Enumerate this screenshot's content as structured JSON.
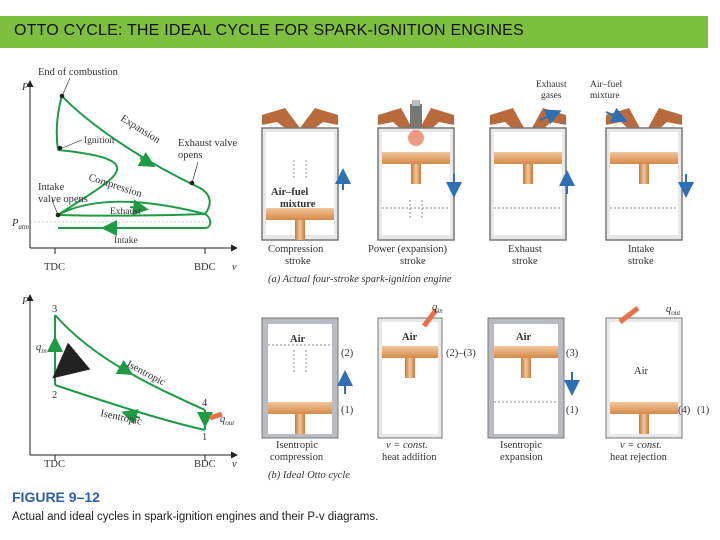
{
  "title": "OTTO CYCLE: THE IDEAL CYCLE FOR SPARK-IGNITION ENGINES",
  "actual_pv": {
    "p_axis": "P",
    "v_axis": "v",
    "tdc": "TDC",
    "bdc": "BDC",
    "patm": "P",
    "patm_sub": "atm",
    "end_of_combustion": "End of combustion",
    "expansion": "Expansion",
    "ignition": "Ignition",
    "exhaust_valve_1": "Exhaust valve",
    "exhaust_valve_2": "opens",
    "compression": "Compression",
    "intake_valve_1": "Intake",
    "intake_valve_2": "valve opens",
    "exhaust": "Exhaust",
    "intake": "Intake"
  },
  "actual_engine": {
    "caption": "(a) Actual four-stroke spark-ignition engine",
    "air_fuel_1": "Air–fuel",
    "air_fuel_2": "mixture",
    "exhaust_gases_1": "Exhaust",
    "exhaust_gases_2": "gases",
    "air_fuel_top_1": "Air–fuel",
    "air_fuel_top_2": "mixture",
    "strokes": [
      {
        "l1": "Compression",
        "l2": "stroke"
      },
      {
        "l1": "Power (expansion)",
        "l2": "stroke"
      },
      {
        "l1": "Exhaust",
        "l2": "stroke"
      },
      {
        "l1": "Intake",
        "l2": "stroke"
      }
    ]
  },
  "ideal_pv": {
    "p_axis": "P",
    "v_axis": "v",
    "tdc": "TDC",
    "bdc": "BDC",
    "p3": "3",
    "p2": "2",
    "p4": "4",
    "p1": "1",
    "q_in": "q",
    "q_in_sub": "in",
    "q_out": "q",
    "q_out_sub": "out",
    "isentropic_top": "Isentropic",
    "isentropic_bottom": "Isentropic"
  },
  "ideal_engine": {
    "caption": "(b) Ideal Otto cycle",
    "air": "Air",
    "q_in": "q",
    "q_in_sub": "in",
    "q_out": "q",
    "q_out_sub": "out",
    "state_labels": [
      "(2)",
      "(1)",
      "(2)–(3)",
      "(3)",
      "(1)",
      "(4)",
      "(1)"
    ],
    "processes": [
      {
        "l1": "Isentropic",
        "l2": "compression"
      },
      {
        "l1": "v = const.",
        "l2": "heat addition"
      },
      {
        "l1": "Isentropic",
        "l2": "expansion"
      },
      {
        "l1": "v = const.",
        "l2": "heat rejection"
      }
    ]
  },
  "figure": {
    "number": "FIGURE 9–12",
    "caption": "Actual and ideal cycles in spark-ignition engines and their P-v diagrams."
  },
  "colors": {
    "title_bar": "#7fbf3f",
    "cycle_line": "#1f9a45",
    "piston": "#e0a26b",
    "cylinder_wall": "#9aa0a6",
    "arrow_blue": "#2e6fb5",
    "heat_arrow": "#e8704a",
    "figure_label": "#2b5fa6"
  }
}
